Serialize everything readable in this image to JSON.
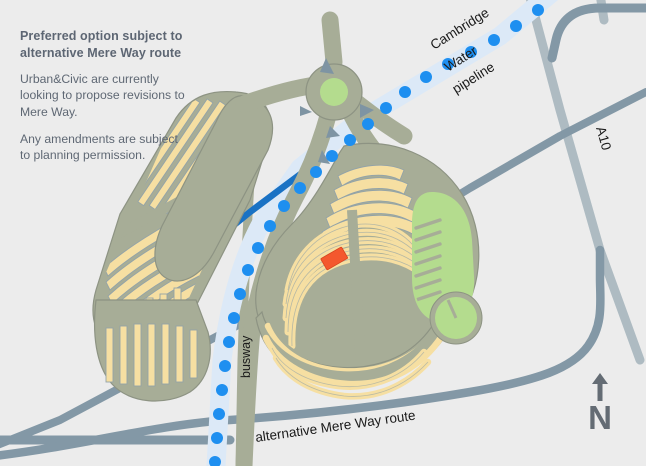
{
  "map": {
    "background_color": "#ECECEC",
    "callout": {
      "heading": "Preferred option subject to alternative Mere Way route",
      "paragraph1": "Urban&Civic are currently looking to propose revisions to Mere Way.",
      "paragraph2": "Any amendments are subject to planning permission."
    },
    "labels": {
      "pipeline": "Cambridge Water pipeline",
      "pipeline_line1": "Cambridge",
      "pipeline_line2": "Water",
      "pipeline_line3": "pipeline",
      "a10": "A10",
      "busway": "busway",
      "alt_mere_way": "alternative Mere Way route"
    },
    "compass": {
      "letter": "N",
      "arrow": "north-arrow"
    },
    "colors": {
      "background": "#ECECEC",
      "block_fill": "#A7AD97",
      "block_edge": "#8D9383",
      "building_yellow": "#F6DFA2",
      "building_outline": "#93A3A8",
      "green_space": "#B4DC8E",
      "road_dark": "#8398A6",
      "road_light": "#AEBBC2",
      "pipeline_corridor": "#DCE9F7",
      "pipeline_dot": "#1E8FF0",
      "busway_blue": "#1A72C4",
      "water_hatch": "#6E8FA8",
      "marker_orange": "#F4582E",
      "text_heading": "#5d6673",
      "text_body": "#5f6874",
      "label_text": "#1b1b1b",
      "compass": "#646c74"
    }
  }
}
